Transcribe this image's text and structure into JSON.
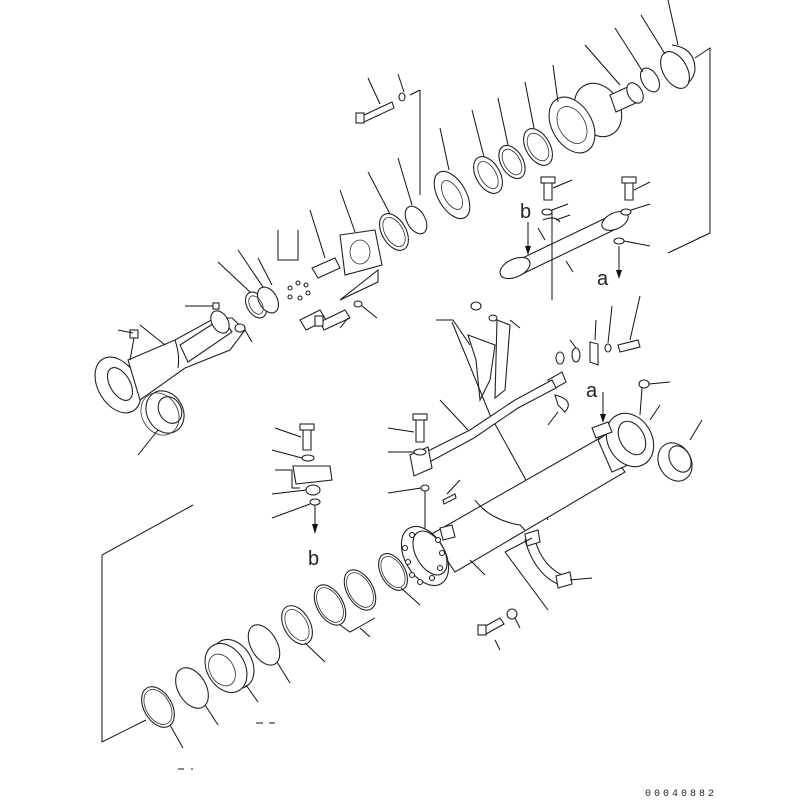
{
  "diagram": {
    "type": "exploded parts diagram",
    "subject": "hydraulic cylinder assembly",
    "drawing_number": "00040882",
    "reference_labels": {
      "a_top": "a",
      "b_top": "b",
      "a_mid": "a",
      "b_bottom": "b"
    },
    "colors": {
      "background": "#ffffff",
      "line": "#111111"
    }
  }
}
